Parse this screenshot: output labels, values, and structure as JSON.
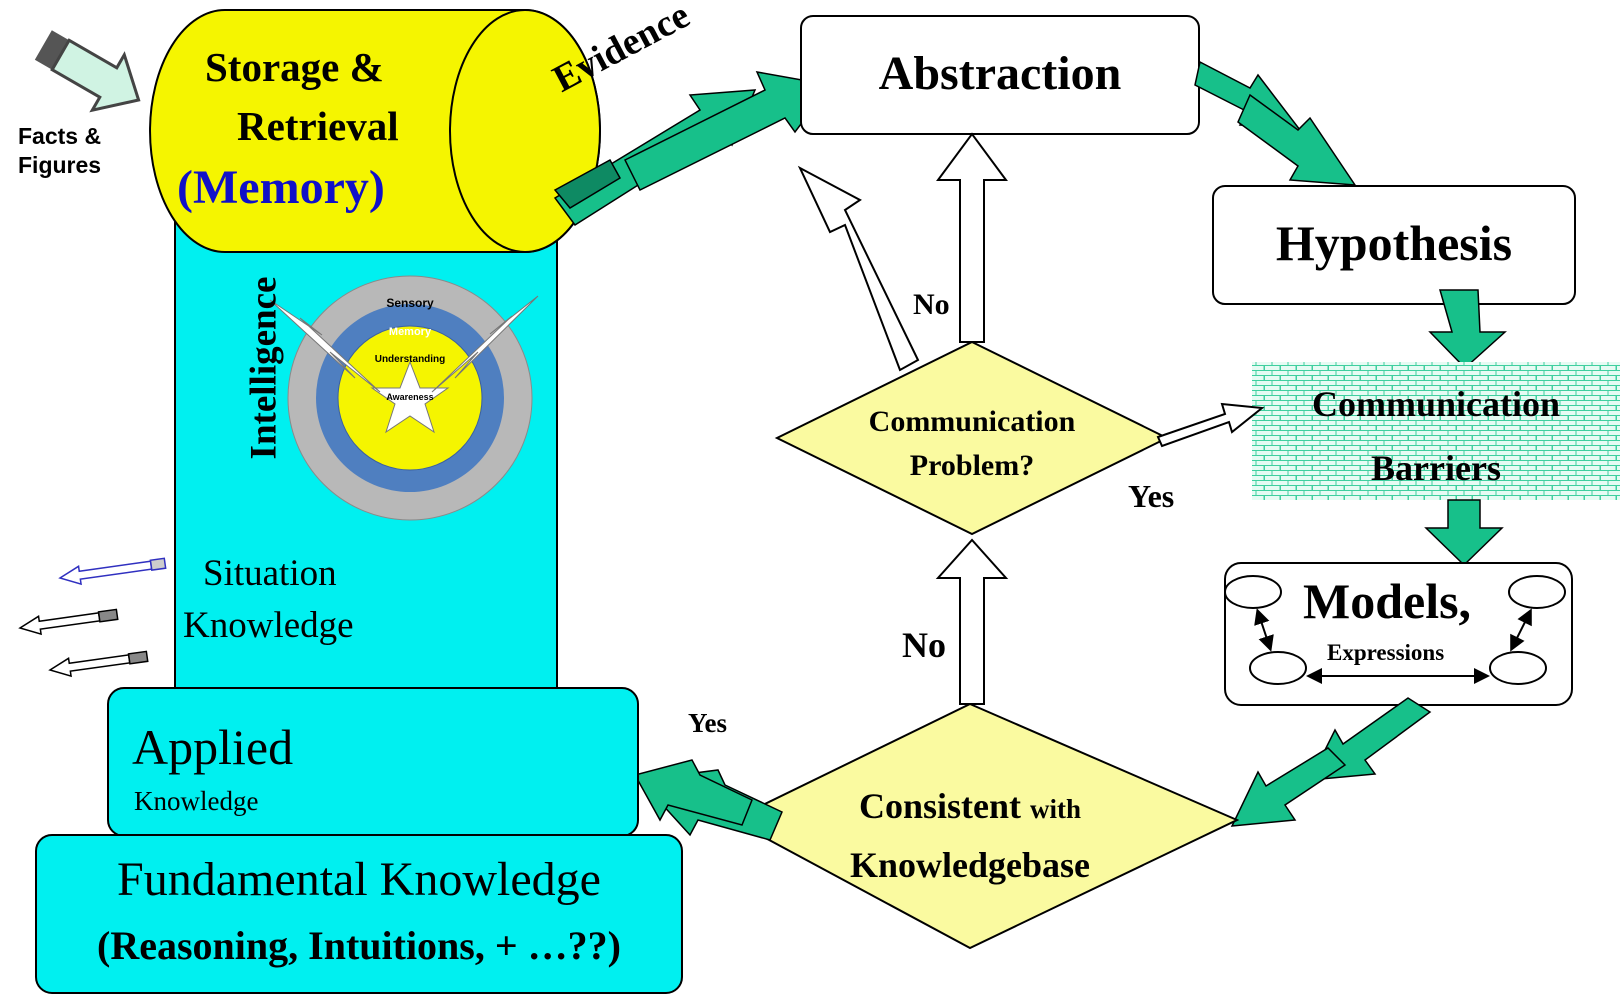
{
  "facts": {
    "line1": "Facts &",
    "line2": "Figures"
  },
  "storage": {
    "line1": "Storage &",
    "line2": "Retrieval",
    "memory": "(Memory)"
  },
  "evidence": "Evidence",
  "abstraction": "Abstraction",
  "hypothesis": "Hypothesis",
  "barriers": {
    "line1": "Communication",
    "line2": "Barriers"
  },
  "models": {
    "title": "Models,",
    "sub": "Expressions"
  },
  "comm_problem": {
    "line1": "Communication",
    "line2": "Problem?"
  },
  "consistent": {
    "bold": "Consistent",
    "with": "with",
    "line2": "Knowledgebase"
  },
  "answers": {
    "no_top": "No",
    "no_bottom": "No",
    "yes_right": "Yes",
    "yes_left": "Yes"
  },
  "intelligence": "Intelligence",
  "rings": {
    "sensory": "Sensory",
    "memory": "Memory",
    "understanding": "Understanding",
    "awareness": "Awareness"
  },
  "situation": {
    "line1": "Situation",
    "line2": "Knowledge"
  },
  "applied": {
    "title": "Applied",
    "sub": "Knowledge"
  },
  "fundamental": {
    "title": "Fundamental Knowledge",
    "sub": "(Reasoning, Intuitions, + …??)"
  },
  "colors": {
    "cyan": "#00f0f0",
    "yellow": "#f5f500",
    "memory_blue": "#1010c8",
    "arrow_green": "#17c08a",
    "diamond_yellow": "#fafaa0",
    "ring_gray": "#b8b8b8",
    "ring_blue": "#4f7fc0"
  }
}
